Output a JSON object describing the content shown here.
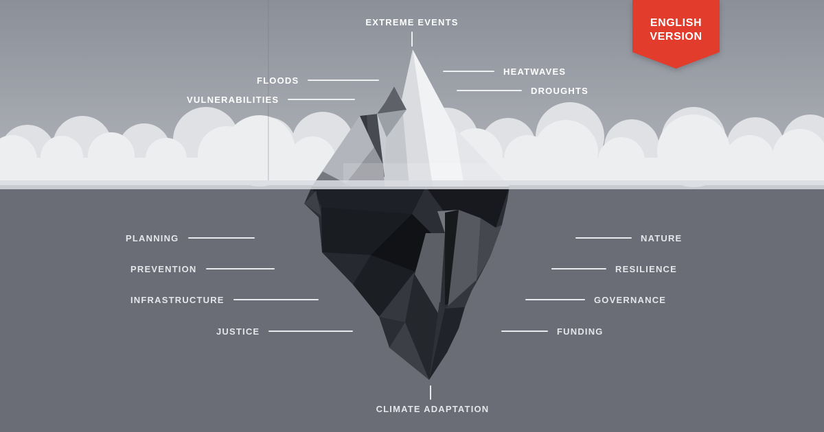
{
  "title": "Climate adaptation iceberg infographic",
  "ribbon": {
    "line1": "ENGLISH",
    "line2": "VERSION"
  },
  "labels": {
    "extreme_events": "EXTREME EVENTS",
    "floods": "FLOODS",
    "vulnerabilities": "VULNERABILITIES",
    "heatwaves": "HEATWAVES",
    "droughts": "DROUGHTS",
    "planning": "PLANNING",
    "prevention": "PREVENTION",
    "infrastructure": "INFRASTRUCTURE",
    "justice": "JUSTICE",
    "nature": "NATURE",
    "resilience": "RESILIENCE",
    "governance": "GOVERNANCE",
    "funding": "FUNDING",
    "climate_adaptation": "CLIMATE ADAPTATION"
  },
  "palette": {
    "sky_top": "#8b8f98",
    "sky_bottom": "#b2b5bb",
    "cloud_back": "#dfe1e5",
    "cloud_front": "#eceef0",
    "waterline": "#d9dce2",
    "water": "#6a6d75",
    "ribbon_red": "#e23c2d",
    "label_light": "#ffffff",
    "label_sub": "#e4e6ea"
  }
}
